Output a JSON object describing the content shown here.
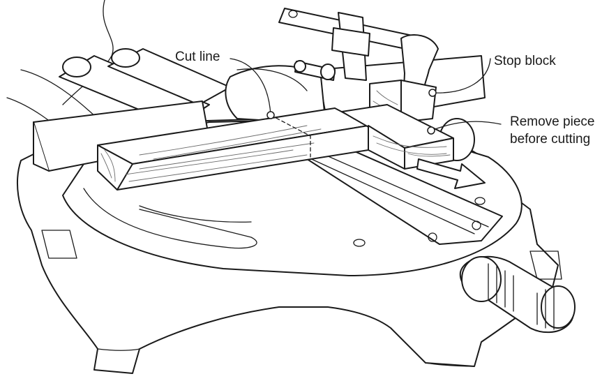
{
  "labels": {
    "cut_line": "Cut line",
    "stop_block": "Stop block",
    "remove_piece_line1": "Remove piece",
    "remove_piece_line2": "before cutting"
  },
  "colors": {
    "ink": "#1a1a1a",
    "paper": "#ffffff",
    "grain": "#6b6b6b"
  }
}
